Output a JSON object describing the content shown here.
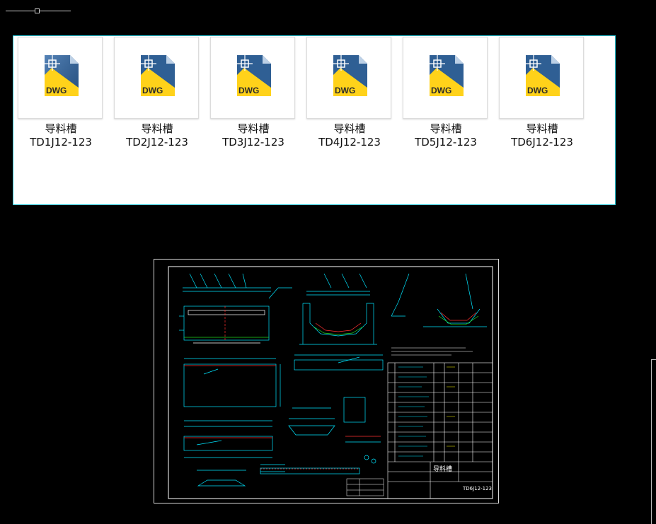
{
  "files": [
    {
      "name_line1": "导料槽",
      "name_line2": "TD1J12-123",
      "type_badge": "DWG",
      "icon": "dwg-file-icon"
    },
    {
      "name_line1": "导料槽",
      "name_line2": "TD2J12-123",
      "type_badge": "DWG",
      "icon": "dwg-file-icon"
    },
    {
      "name_line1": "导料槽",
      "name_line2": "TD3J12-123",
      "type_badge": "DWG",
      "icon": "dwg-file-icon"
    },
    {
      "name_line1": "导料槽",
      "name_line2": "TD4J12-123",
      "type_badge": "DWG",
      "icon": "dwg-file-icon"
    },
    {
      "name_line1": "导料槽",
      "name_line2": "TD5J12-123",
      "type_badge": "DWG",
      "icon": "dwg-file-icon"
    },
    {
      "name_line1": "导料槽",
      "name_line2": "TD6J12-123",
      "type_badge": "DWG",
      "icon": "dwg-file-icon"
    }
  ],
  "preview": {
    "title_block_name": "导料槽",
    "drawing_number": "TD6J12-123"
  },
  "colors": {
    "panel_border": "#29c5d6",
    "cad_background": "#000000",
    "cad_cyan": "#00e5ff",
    "cad_white": "#ffffff",
    "cad_red": "#ff3030",
    "cad_green": "#22dd22",
    "cad_yellow": "#ffff00"
  }
}
